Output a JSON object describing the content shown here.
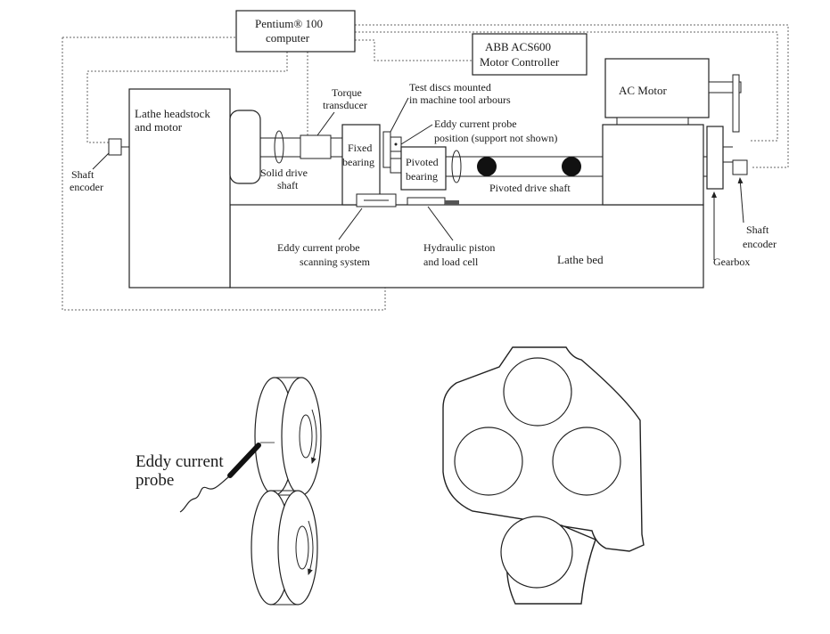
{
  "top_diagram": {
    "computer_label_line1": "Pentium® 100",
    "computer_label_line2": "computer",
    "motor_controller_line1": "ABB ACS600",
    "motor_controller_line2": "Motor Controller",
    "ac_motor": "AC Motor",
    "headstock_line1": "Lathe headstock",
    "headstock_line2": "and motor",
    "shaft_encoder_left_line1": "Shaft",
    "shaft_encoder_left_line2": "encoder",
    "torque_line1": "Torque",
    "torque_line2": "transducer",
    "test_discs_line1": "Test discs mounted",
    "test_discs_line2": "in machine tool arbours",
    "eddy_probe_pos_line1": "Eddy current probe",
    "eddy_probe_pos_line2": "position (support not shown)",
    "fixed_bearing_line1": "Fixed",
    "fixed_bearing_line2": "bearing",
    "pivoted_bearing_line1": "Pivoted",
    "pivoted_bearing_line2": "bearing",
    "solid_drive_line1": "Solid drive",
    "solid_drive_line2": "shaft",
    "pivoted_drive_shaft": "Pivoted drive shaft",
    "scanning_line1": "Eddy current probe",
    "scanning_line2": "scanning system",
    "hydraulic_line1": "Hydraulic piston",
    "hydraulic_line2": "and load cell",
    "lathe_bed": "Lathe bed",
    "shaft_encoder_right_line1": "Shaft",
    "shaft_encoder_right_line2": "encoder",
    "gearbox": "Gearbox"
  },
  "bottom_diagram": {
    "probe_label_line1": "Eddy current",
    "probe_label_line2": "probe"
  }
}
